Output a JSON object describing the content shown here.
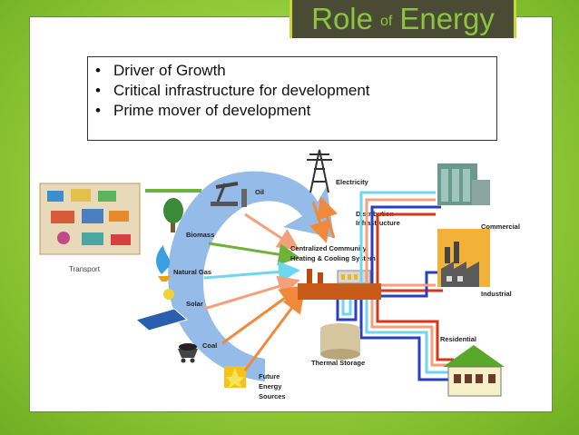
{
  "title": {
    "main": "Role",
    "connector": "of",
    "end": "Energy"
  },
  "bullets": [
    "Driver of Growth",
    "Critical infrastructure for development",
    "Prime mover of development"
  ],
  "diagram": {
    "labels": {
      "transport": "Transport",
      "oil": "Oil",
      "biomass": "Biomass",
      "natural_gas": "Natural Gas",
      "solar": "Solar",
      "coal": "Coal",
      "future1": "Future",
      "future2": "Energy",
      "future3": "Sources",
      "electricity": "Electricity",
      "dist1": "Distribution",
      "dist2": "Infrastructure",
      "central1": "Centralized Community",
      "central2": "Heating & Cooling System",
      "commercial": "Commercial",
      "industrial": "Industrial",
      "residential": "Residential",
      "thermal": "Thermal Storage"
    }
  }
}
